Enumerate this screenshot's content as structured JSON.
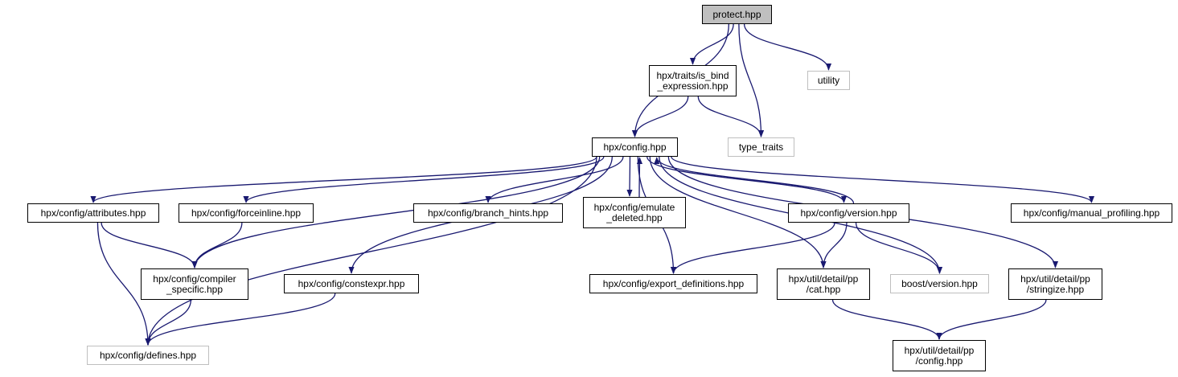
{
  "graph": {
    "nodes": [
      {
        "id": "protect",
        "label": "protect.hpp",
        "kind": "root"
      },
      {
        "id": "is_bind",
        "label": "hpx/traits/is_bind\n_expression.hpp",
        "kind": "file"
      },
      {
        "id": "utility",
        "label": "utility",
        "kind": "external"
      },
      {
        "id": "config",
        "label": "hpx/config.hpp",
        "kind": "file"
      },
      {
        "id": "type_traits",
        "label": "type_traits",
        "kind": "external"
      },
      {
        "id": "attributes",
        "label": "hpx/config/attributes.hpp",
        "kind": "file"
      },
      {
        "id": "forceinline",
        "label": "hpx/config/forceinline.hpp",
        "kind": "file"
      },
      {
        "id": "branch_hints",
        "label": "hpx/config/branch_hints.hpp",
        "kind": "file"
      },
      {
        "id": "emulate_deleted",
        "label": "hpx/config/emulate\n_deleted.hpp",
        "kind": "file"
      },
      {
        "id": "version",
        "label": "hpx/config/version.hpp",
        "kind": "file"
      },
      {
        "id": "manual_profiling",
        "label": "hpx/config/manual_profiling.hpp",
        "kind": "file"
      },
      {
        "id": "compiler_specific",
        "label": "hpx/config/compiler\n_specific.hpp",
        "kind": "file"
      },
      {
        "id": "constexpr",
        "label": "hpx/config/constexpr.hpp",
        "kind": "file"
      },
      {
        "id": "export_definitions",
        "label": "hpx/config/export_definitions.hpp",
        "kind": "file"
      },
      {
        "id": "cat",
        "label": "hpx/util/detail/pp\n/cat.hpp",
        "kind": "file"
      },
      {
        "id": "boost_version",
        "label": "boost/version.hpp",
        "kind": "external"
      },
      {
        "id": "stringize",
        "label": "hpx/util/detail/pp\n/stringize.hpp",
        "kind": "file"
      },
      {
        "id": "defines",
        "label": "hpx/config/defines.hpp",
        "kind": "external"
      },
      {
        "id": "pp_config",
        "label": "hpx/util/detail/pp\n/config.hpp",
        "kind": "file"
      }
    ],
    "edges": [
      {
        "from": "protect",
        "to": "config"
      },
      {
        "from": "protect",
        "to": "is_bind"
      },
      {
        "from": "protect",
        "to": "type_traits"
      },
      {
        "from": "protect",
        "to": "utility"
      },
      {
        "from": "is_bind",
        "to": "config"
      },
      {
        "from": "is_bind",
        "to": "type_traits"
      },
      {
        "from": "config",
        "to": "attributes"
      },
      {
        "from": "config",
        "to": "forceinline"
      },
      {
        "from": "config",
        "to": "branch_hints"
      },
      {
        "from": "config",
        "to": "emulate_deleted"
      },
      {
        "from": "config",
        "to": "version"
      },
      {
        "from": "config",
        "to": "manual_profiling"
      },
      {
        "from": "config",
        "to": "compiler_specific"
      },
      {
        "from": "config",
        "to": "constexpr"
      },
      {
        "from": "config",
        "to": "export_definitions"
      },
      {
        "from": "config",
        "to": "cat"
      },
      {
        "from": "config",
        "to": "boost_version"
      },
      {
        "from": "config",
        "to": "stringize"
      },
      {
        "from": "config",
        "to": "defines"
      },
      {
        "from": "emulate_deleted",
        "to": "config"
      },
      {
        "from": "version",
        "to": "config"
      },
      {
        "from": "version",
        "to": "export_definitions"
      },
      {
        "from": "version",
        "to": "cat"
      },
      {
        "from": "version",
        "to": "boost_version"
      },
      {
        "from": "attributes",
        "to": "compiler_specific"
      },
      {
        "from": "attributes",
        "to": "defines"
      },
      {
        "from": "forceinline",
        "to": "compiler_specific"
      },
      {
        "from": "compiler_specific",
        "to": "defines"
      },
      {
        "from": "constexpr",
        "to": "defines"
      },
      {
        "from": "cat",
        "to": "pp_config"
      },
      {
        "from": "stringize",
        "to": "pp_config"
      }
    ]
  },
  "colors": {
    "edge": "#191970",
    "node_border": "#000000",
    "external_border": "#bfbfbf",
    "root_fill": "#bfbfbf"
  }
}
